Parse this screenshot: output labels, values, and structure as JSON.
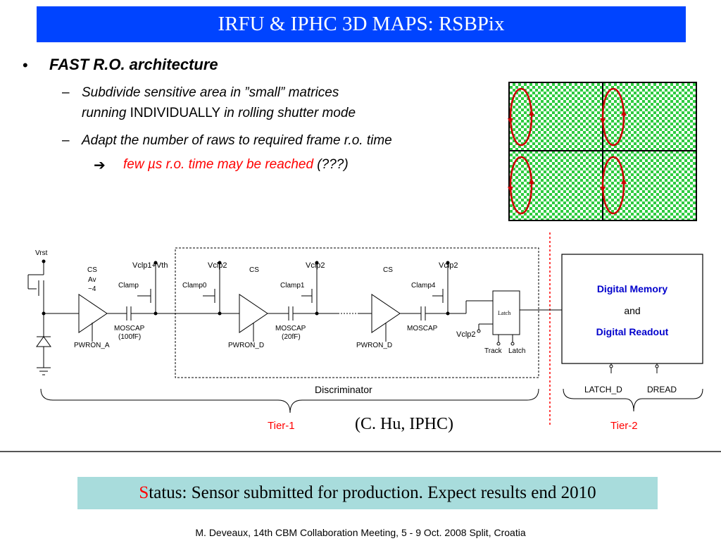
{
  "title": "IRFU & IPHC 3D MAPS: RSBPix",
  "bullets": {
    "symbol": "•",
    "heading": "FAST R.O. architecture",
    "dash": "–",
    "sub1_line1": "Subdivide sensitive area in ”small” matrices",
    "sub1_line2_a": "running",
    "sub1_line2_b": " INDIVIDUALLY ",
    "sub1_line2_c": "in rolling shutter mode",
    "sub2": "Adapt the number of raws to required frame r.o. time",
    "arrow_symbol": "➔",
    "result_red": "few µs r.o. time may be reached",
    "result_black": " (???)"
  },
  "circuit": {
    "vrst": "Vrst",
    "cs": "CS",
    "av": "Av",
    "gain": "~4",
    "vclp1_vth": "Vclp1+Vth",
    "vclp2": "Vclp2",
    "clamp": "Clamp",
    "clamp0": "Clamp0",
    "clamp1": "Clamp1",
    "clamp4": "Clamp4",
    "moscap": "MOSCAP",
    "cap100": "(100fF)",
    "cap20": "(20fF)",
    "pwron_a": "PWRON_A",
    "pwron_d": "PWRON_D",
    "latch_box": "Latch",
    "track": "Track",
    "latch": "Latch",
    "discriminator": "Discriminator",
    "digital_memory": "Digital Memory",
    "and": "and",
    "digital_readout": "Digital Readout",
    "latch_d": "LATCH_D",
    "dread": "DREAD",
    "tier1": "Tier-1",
    "tier2": "Tier-2",
    "credit": "(C. Hu, IPHC)"
  },
  "status": {
    "first_letter": "S",
    "rest": "tatus: Sensor submitted for production. Expect results end 2010"
  },
  "footer": "M. Deveaux, 14th CBM Collaboration Meeting, 5 - 9 Oct. 2008 Split, Croatia",
  "colors": {
    "title_bg": "#0044ff",
    "highlight_red": "#ff0000",
    "digital_blue": "#0000cc",
    "checker_green": "#2ecc40",
    "status_bg": "#a8dcdc"
  }
}
